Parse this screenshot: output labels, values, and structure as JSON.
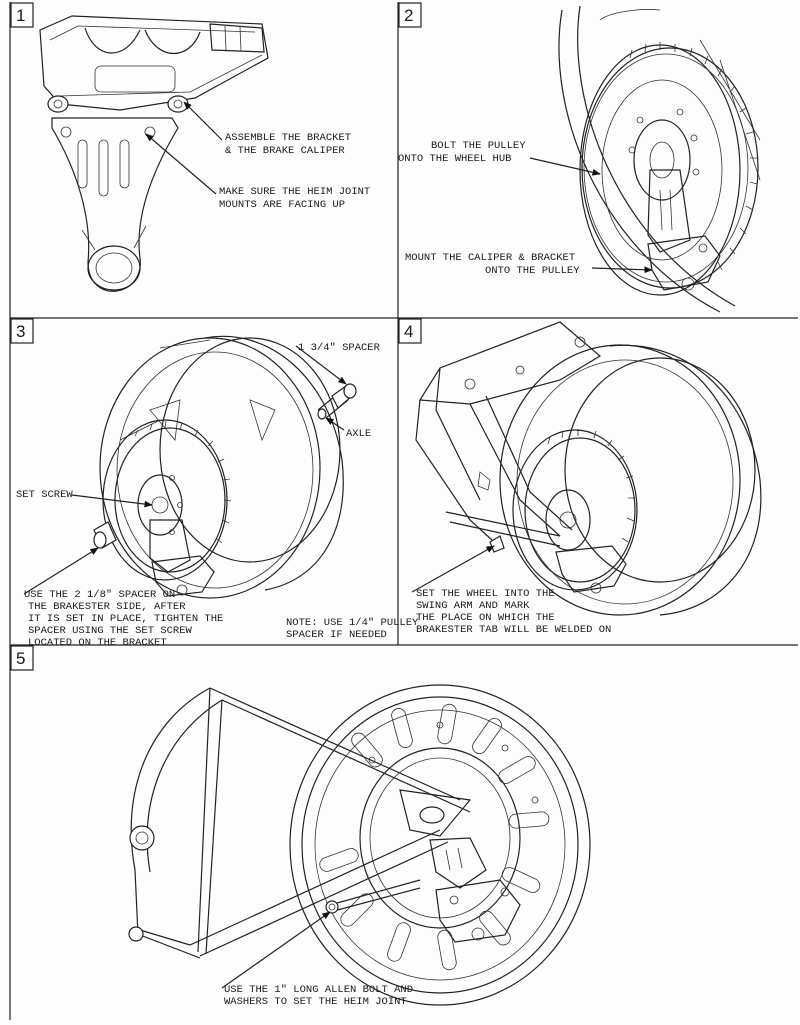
{
  "panels": [
    {
      "number": "1",
      "notes": [
        {
          "lines": [
            "ASSEMBLE THE BRACKET",
            "& THE BRAKE CALIPER"
          ]
        },
        {
          "lines": [
            "MAKE SURE THE HEIM JOINT",
            "MOUNTS ARE FACING UP"
          ]
        }
      ]
    },
    {
      "number": "2",
      "notes": [
        {
          "lines": [
            "BOLT THE PULLEY",
            "ONTO THE WHEEL HUB"
          ]
        },
        {
          "lines": [
            "MOUNT THE CALIPER & BRACKET",
            "ONTO THE PULLEY"
          ]
        }
      ]
    },
    {
      "number": "3",
      "notes": [
        {
          "lines": [
            "1 3/4\" SPACER"
          ]
        },
        {
          "lines": [
            "AXLE"
          ]
        },
        {
          "lines": [
            "SET SCREW"
          ]
        },
        {
          "lines": [
            "USE THE 2 1/8\" SPACER ON",
            "THE BRAKESTER SIDE, AFTER",
            "IT IS SET IN PLACE, TIGHTEN THE",
            "SPACER USING THE SET SCREW",
            "LOCATED ON THE BRACKET"
          ]
        },
        {
          "lines": [
            "NOTE: USE 1/4\" PULLEY",
            "SPACER IF NEEDED"
          ]
        }
      ]
    },
    {
      "number": "4",
      "notes": [
        {
          "lines": [
            "SET THE WHEEL INTO THE",
            "SWING ARM AND MARK",
            "THE PLACE ON WHICH THE",
            "BRAKESTER TAB WILL BE WELDED ON"
          ]
        }
      ]
    },
    {
      "number": "5",
      "notes": [
        {
          "lines": [
            "USE THE 1\" LONG ALLEN BOLT AND",
            "WASHERS TO SET THE HEIM JOINT"
          ]
        }
      ]
    }
  ]
}
